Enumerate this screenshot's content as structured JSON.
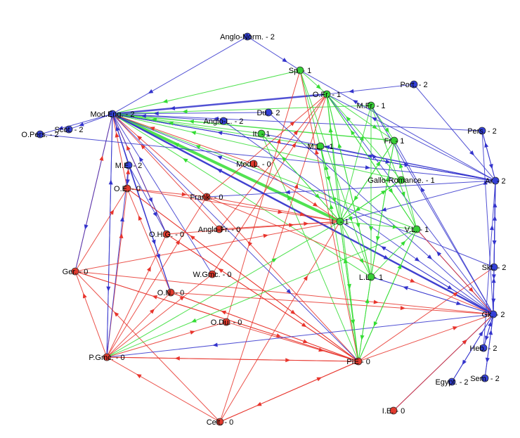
{
  "colors": {
    "red": "#e8342c",
    "green": "#2ee02e",
    "blue": "#2a2ad6",
    "node_red": "#e23b2e",
    "node_green": "#36cf36",
    "node_blue": "#3340d8",
    "edge_red": "#e8342c",
    "edge_green": "#33dd33",
    "edge_blue": "#3333cc"
  },
  "nodes": [
    {
      "id": "anglo_norm",
      "label": "Anglo-Norm. - 2",
      "group": "blue"
    },
    {
      "id": "sp",
      "label": "Sp. - 1",
      "group": "green"
    },
    {
      "id": "port",
      "label": "Port. - 2",
      "group": "blue"
    },
    {
      "id": "ofr",
      "label": "O.Fr. - 1",
      "group": "green"
    },
    {
      "id": "mfr",
      "label": "M.Fr. - 1",
      "group": "green"
    },
    {
      "id": "mod_eng",
      "label": "Mod.Eng. - 2",
      "group": "blue"
    },
    {
      "id": "du",
      "label": "Du. - 2",
      "group": "blue"
    },
    {
      "id": "anglo_l",
      "label": "Anglo-L. - 2",
      "group": "blue"
    },
    {
      "id": "pers",
      "label": "Pers. - 2",
      "group": "blue"
    },
    {
      "id": "opers",
      "label": "O.Pers. - 2",
      "group": "blue"
    },
    {
      "id": "scot",
      "label": "Scot. - 2",
      "group": "blue"
    },
    {
      "id": "it",
      "label": "It. - 1",
      "group": "green"
    },
    {
      "id": "fr",
      "label": "Fr. - 1",
      "group": "green"
    },
    {
      "id": "ml",
      "label": "M.L. - 1",
      "group": "green"
    },
    {
      "id": "ar",
      "label": "Ar. - 2",
      "group": "blue"
    },
    {
      "id": "modl",
      "label": "Mod.L. - 0",
      "group": "red"
    },
    {
      "id": "me",
      "label": "M.E. - 2",
      "group": "blue"
    },
    {
      "id": "gallo",
      "label": "Gallo-Romance. - 1",
      "group": "green"
    },
    {
      "id": "oe",
      "label": "O.E. - 0",
      "group": "red"
    },
    {
      "id": "frank",
      "label": "Frank. - 0",
      "group": "red"
    },
    {
      "id": "l",
      "label": "L. - 1",
      "group": "green"
    },
    {
      "id": "anglofr",
      "label": "Anglo-Fr. - 0",
      "group": "red"
    },
    {
      "id": "vl",
      "label": "V.L. - 1",
      "group": "green"
    },
    {
      "id": "ohg",
      "label": "O.H.G. - 0",
      "group": "red"
    },
    {
      "id": "skt",
      "label": "Skt. - 2",
      "group": "blue"
    },
    {
      "id": "ger",
      "label": "Ger. - 0",
      "group": "red"
    },
    {
      "id": "wgmc",
      "label": "W.Gmc. - 0",
      "group": "red"
    },
    {
      "id": "lll",
      "label": "L.L. - 1",
      "group": "green"
    },
    {
      "id": "on",
      "label": "O.N. - 0",
      "group": "red"
    },
    {
      "id": "gk",
      "label": "Gk. - 2",
      "group": "blue"
    },
    {
      "id": "odu",
      "label": "O.Du. - 0",
      "group": "red"
    },
    {
      "id": "heb",
      "label": "Heb. - 2",
      "group": "blue"
    },
    {
      "id": "pgmc",
      "label": "P.Gmc. - 0",
      "group": "red"
    },
    {
      "id": "pie",
      "label": "PIE - 0",
      "group": "red"
    },
    {
      "id": "egypt",
      "label": "Egypt. - 2",
      "group": "blue"
    },
    {
      "id": "sem",
      "label": "Sem. - 2",
      "group": "blue"
    },
    {
      "id": "ie",
      "label": "I.E. - 0",
      "group": "red"
    },
    {
      "id": "celt",
      "label": "Celt. - 0",
      "group": "red"
    }
  ],
  "edges": [
    {
      "from": "anglo_norm",
      "to": "mod_eng",
      "color": "blue",
      "w": 1
    },
    {
      "from": "anglo_norm",
      "to": "sp",
      "color": "blue",
      "w": 1
    },
    {
      "from": "sp",
      "to": "mod_eng",
      "color": "green",
      "w": 1
    },
    {
      "from": "sp",
      "to": "l",
      "color": "green",
      "w": 1
    },
    {
      "from": "sp",
      "to": "ofr",
      "color": "green",
      "w": 1
    },
    {
      "from": "ofr",
      "to": "mod_eng",
      "color": "blue",
      "w": 2.5
    },
    {
      "from": "port",
      "to": "ofr",
      "color": "blue",
      "w": 1
    },
    {
      "from": "mfr",
      "to": "mod_eng",
      "color": "green",
      "w": 1
    },
    {
      "from": "du",
      "to": "mod_eng",
      "color": "blue",
      "w": 1
    },
    {
      "from": "anglo_l",
      "to": "mod_eng",
      "color": "blue",
      "w": 1
    },
    {
      "from": "mod_eng",
      "to": "scot",
      "color": "blue",
      "w": 1
    },
    {
      "from": "mod_eng",
      "to": "opers",
      "color": "blue",
      "w": 1
    },
    {
      "from": "pers",
      "to": "mod_eng",
      "color": "blue",
      "w": 1
    },
    {
      "from": "it",
      "to": "mod_eng",
      "color": "green",
      "w": 1
    },
    {
      "from": "fr",
      "to": "mod_eng",
      "color": "green",
      "w": 1.5
    },
    {
      "from": "ml",
      "to": "mod_eng",
      "color": "green",
      "w": 1
    },
    {
      "from": "ar",
      "to": "mod_eng",
      "color": "blue",
      "w": 1
    },
    {
      "from": "l",
      "to": "mod_eng",
      "color": "green",
      "w": 4
    },
    {
      "from": "gk",
      "to": "mod_eng",
      "color": "blue",
      "w": 2.5
    },
    {
      "from": "me",
      "to": "mod_eng",
      "color": "blue",
      "w": 1
    },
    {
      "from": "vl",
      "to": "mod_eng",
      "color": "green",
      "w": 1
    },
    {
      "from": "gallo",
      "to": "mod_eng",
      "color": "green",
      "w": 1
    },
    {
      "from": "lll",
      "to": "mod_eng",
      "color": "green",
      "w": 1
    },
    {
      "from": "skt",
      "to": "mod_eng",
      "color": "blue",
      "w": 1
    },
    {
      "from": "oe",
      "to": "mod_eng",
      "color": "red",
      "w": 1
    },
    {
      "from": "modl",
      "to": "mod_eng",
      "color": "red",
      "w": 1
    },
    {
      "from": "frank",
      "to": "mod_eng",
      "color": "red",
      "w": 1
    },
    {
      "from": "anglofr",
      "to": "mod_eng",
      "color": "red",
      "w": 1
    },
    {
      "from": "ohg",
      "to": "mod_eng",
      "color": "red",
      "w": 1
    },
    {
      "from": "ger",
      "to": "mod_eng",
      "color": "red",
      "w": 1
    },
    {
      "from": "pgmc",
      "to": "mod_eng",
      "color": "blue",
      "w": 1
    },
    {
      "from": "on",
      "to": "mod_eng",
      "color": "blue",
      "w": 1
    },
    {
      "from": "wgmc",
      "to": "mod_eng",
      "color": "blue",
      "w": 1
    },
    {
      "from": "l",
      "to": "ofr",
      "color": "green",
      "w": 1
    },
    {
      "from": "l",
      "to": "fr",
      "color": "green",
      "w": 1
    },
    {
      "from": "l",
      "to": "it",
      "color": "green",
      "w": 1
    },
    {
      "from": "l",
      "to": "ml",
      "color": "green",
      "w": 1
    },
    {
      "from": "l",
      "to": "mfr",
      "color": "green",
      "w": 1
    },
    {
      "from": "vl",
      "to": "ofr",
      "color": "green",
      "w": 1
    },
    {
      "from": "vl",
      "to": "fr",
      "color": "green",
      "w": 1
    },
    {
      "from": "lll",
      "to": "ofr",
      "color": "green",
      "w": 1
    },
    {
      "from": "lll",
      "to": "fr",
      "color": "green",
      "w": 1
    },
    {
      "from": "gallo",
      "to": "ofr",
      "color": "green",
      "w": 1
    },
    {
      "from": "ofr",
      "to": "fr",
      "color": "green",
      "w": 1
    },
    {
      "from": "mfr",
      "to": "fr",
      "color": "green",
      "w": 1
    },
    {
      "from": "l",
      "to": "lll",
      "color": "green",
      "w": 1
    },
    {
      "from": "l",
      "to": "vl",
      "color": "green",
      "w": 1
    },
    {
      "from": "pie",
      "to": "l",
      "color": "green",
      "w": 1
    },
    {
      "from": "pie",
      "to": "gk",
      "color": "red",
      "w": 1
    },
    {
      "from": "pie",
      "to": "skt",
      "color": "red",
      "w": 1
    },
    {
      "from": "pie",
      "to": "pgmc",
      "color": "red",
      "w": 1
    },
    {
      "from": "pie",
      "to": "celt",
      "color": "red",
      "w": 1
    },
    {
      "from": "pie",
      "to": "ger",
      "color": "red",
      "w": 1
    },
    {
      "from": "pie",
      "to": "oe",
      "color": "red",
      "w": 1
    },
    {
      "from": "pie",
      "to": "ohg",
      "color": "red",
      "w": 1
    },
    {
      "from": "pie",
      "to": "on",
      "color": "red",
      "w": 1
    },
    {
      "from": "pie",
      "to": "frank",
      "color": "red",
      "w": 1
    },
    {
      "from": "pie",
      "to": "lll",
      "color": "green",
      "w": 1
    },
    {
      "from": "pie",
      "to": "vl",
      "color": "green",
      "w": 1
    },
    {
      "from": "pie",
      "to": "ml",
      "color": "green",
      "w": 1
    },
    {
      "from": "pie",
      "to": "it",
      "color": "green",
      "w": 1
    },
    {
      "from": "pie",
      "to": "sp",
      "color": "red",
      "w": 1
    },
    {
      "from": "ie",
      "to": "gk",
      "color": "blue",
      "w": 1
    },
    {
      "from": "celt",
      "to": "pie",
      "color": "red",
      "w": 1
    },
    {
      "from": "celt",
      "to": "l",
      "color": "red",
      "w": 1
    },
    {
      "from": "celt",
      "to": "pgmc",
      "color": "red",
      "w": 1
    },
    {
      "from": "celt",
      "to": "ger",
      "color": "red",
      "w": 1
    },
    {
      "from": "celt",
      "to": "ofr",
      "color": "red",
      "w": 1
    },
    {
      "from": "pgmc",
      "to": "oe",
      "color": "red",
      "w": 1
    },
    {
      "from": "pgmc",
      "to": "ohg",
      "color": "red",
      "w": 1
    },
    {
      "from": "pgmc",
      "to": "on",
      "color": "red",
      "w": 1
    },
    {
      "from": "pgmc",
      "to": "frank",
      "color": "red",
      "w": 1
    },
    {
      "from": "pgmc",
      "to": "ger",
      "color": "red",
      "w": 1
    },
    {
      "from": "pgmc",
      "to": "pie",
      "color": "red",
      "w": 1
    },
    {
      "from": "pgmc",
      "to": "wgmc",
      "color": "red",
      "w": 1
    },
    {
      "from": "pgmc",
      "to": "odu",
      "color": "red",
      "w": 1
    },
    {
      "from": "pgmc",
      "to": "l",
      "color": "green",
      "w": 1
    },
    {
      "from": "pgmc",
      "to": "me",
      "color": "blue",
      "w": 1
    },
    {
      "from": "ger",
      "to": "gk",
      "color": "red",
      "w": 1
    },
    {
      "from": "ger",
      "to": "pie",
      "color": "red",
      "w": 1
    },
    {
      "from": "ger",
      "to": "l",
      "color": "red",
      "w": 1
    },
    {
      "from": "ger",
      "to": "oe",
      "color": "red",
      "w": 1
    },
    {
      "from": "on",
      "to": "pie",
      "color": "red",
      "w": 1
    },
    {
      "from": "on",
      "to": "gk",
      "color": "red",
      "w": 1
    },
    {
      "from": "on",
      "to": "oe",
      "color": "red",
      "w": 1
    },
    {
      "from": "odu",
      "to": "pie",
      "color": "red",
      "w": 1
    },
    {
      "from": "odu",
      "to": "sp",
      "color": "red",
      "w": 1
    },
    {
      "from": "oe",
      "to": "pie",
      "color": "red",
      "w": 1
    },
    {
      "from": "oe",
      "to": "l",
      "color": "red",
      "w": 1
    },
    {
      "from": "oe",
      "to": "frank",
      "color": "red",
      "w": 1
    },
    {
      "from": "oe",
      "to": "me",
      "color": "red",
      "w": 1
    },
    {
      "from": "ohg",
      "to": "pie",
      "color": "red",
      "w": 1
    },
    {
      "from": "ohg",
      "to": "l",
      "color": "red",
      "w": 1
    },
    {
      "from": "frank",
      "to": "ofr",
      "color": "red",
      "w": 1
    },
    {
      "from": "frank",
      "to": "l",
      "color": "red",
      "w": 1
    },
    {
      "from": "frank",
      "to": "gk",
      "color": "red",
      "w": 1
    },
    {
      "from": "anglofr",
      "to": "l",
      "color": "red",
      "w": 1
    },
    {
      "from": "anglofr",
      "to": "ofr",
      "color": "red",
      "w": 1
    },
    {
      "from": "wgmc",
      "to": "ofr",
      "color": "red",
      "w": 1
    },
    {
      "from": "modl",
      "to": "l",
      "color": "red",
      "w": 1
    },
    {
      "from": "me",
      "to": "oe",
      "color": "blue",
      "w": 1
    },
    {
      "from": "me",
      "to": "on",
      "color": "blue",
      "w": 1
    },
    {
      "from": "me",
      "to": "ohg",
      "color": "blue",
      "w": 1
    },
    {
      "from": "gk",
      "to": "l",
      "color": "blue",
      "w": 1
    },
    {
      "from": "gk",
      "to": "ofr",
      "color": "blue",
      "w": 1
    },
    {
      "from": "gk",
      "to": "ar",
      "color": "blue",
      "w": 1
    },
    {
      "from": "gk",
      "to": "pers",
      "color": "blue",
      "w": 1
    },
    {
      "from": "gk",
      "to": "skt",
      "color": "blue",
      "w": 1
    },
    {
      "from": "gk",
      "to": "heb",
      "color": "blue",
      "w": 1
    },
    {
      "from": "gk",
      "to": "egypt",
      "color": "blue",
      "w": 1
    },
    {
      "from": "gk",
      "to": "sem",
      "color": "blue",
      "w": 1
    },
    {
      "from": "gk",
      "to": "fr",
      "color": "blue",
      "w": 1
    },
    {
      "from": "gk",
      "to": "mfr",
      "color": "blue",
      "w": 1
    },
    {
      "from": "gk",
      "to": "vl",
      "color": "blue",
      "w": 1
    },
    {
      "from": "gk",
      "to": "lll",
      "color": "blue",
      "w": 1
    },
    {
      "from": "gk",
      "to": "pgmc",
      "color": "blue",
      "w": 1
    },
    {
      "from": "ar",
      "to": "ofr",
      "color": "blue",
      "w": 1
    },
    {
      "from": "ar",
      "to": "l",
      "color": "blue",
      "w": 1
    },
    {
      "from": "ar",
      "to": "ml",
      "color": "blue",
      "w": 1
    },
    {
      "from": "ar",
      "to": "it",
      "color": "blue",
      "w": 1
    },
    {
      "from": "ar",
      "to": "sp",
      "color": "blue",
      "w": 1
    },
    {
      "from": "ar",
      "to": "frank",
      "color": "blue",
      "w": 1
    },
    {
      "from": "ar",
      "to": "pers",
      "color": "blue",
      "w": 1
    },
    {
      "from": "ar",
      "to": "skt",
      "color": "blue",
      "w": 1
    },
    {
      "from": "ar",
      "to": "gk",
      "color": "blue",
      "w": 1
    },
    {
      "from": "pers",
      "to": "ar",
      "color": "blue",
      "w": 1
    },
    {
      "from": "skt",
      "to": "gk",
      "color": "blue",
      "w": 1
    },
    {
      "from": "skt",
      "to": "ar",
      "color": "blue",
      "w": 1
    },
    {
      "from": "heb",
      "to": "gk",
      "color": "blue",
      "w": 1
    },
    {
      "from": "heb",
      "to": "ar",
      "color": "blue",
      "w": 1
    },
    {
      "from": "sem",
      "to": "gk",
      "color": "blue",
      "w": 1
    },
    {
      "from": "egypt",
      "to": "gk",
      "color": "blue",
      "w": 1
    },
    {
      "from": "port",
      "to": "ar",
      "color": "blue",
      "w": 1
    },
    {
      "from": "mod_eng",
      "to": "gk",
      "color": "blue",
      "w": 1
    },
    {
      "from": "mod_eng",
      "to": "ar",
      "color": "blue",
      "w": 1
    },
    {
      "from": "mod_eng",
      "to": "pie",
      "color": "blue",
      "w": 1
    },
    {
      "from": "mod_eng",
      "to": "ger",
      "color": "blue",
      "w": 1
    },
    {
      "from": "mod_eng",
      "to": "pgmc",
      "color": "blue",
      "w": 1
    },
    {
      "from": "mod_eng",
      "to": "ohg",
      "color": "blue",
      "w": 1
    },
    {
      "from": "mod_eng",
      "to": "on",
      "color": "blue",
      "w": 1
    },
    {
      "from": "mod_eng",
      "to": "ar",
      "color": "blue",
      "w": 1
    },
    {
      "from": "du",
      "to": "gk",
      "color": "blue",
      "w": 1
    },
    {
      "from": "anglo_l",
      "to": "gk",
      "color": "blue",
      "w": 1
    },
    {
      "from": "opers",
      "to": "ar",
      "color": "blue",
      "w": 1
    },
    {
      "from": "l",
      "to": "gk",
      "color": "blue",
      "w": 1
    },
    {
      "from": "lll",
      "to": "gk",
      "color": "blue",
      "w": 1
    },
    {
      "from": "lll",
      "to": "pie",
      "color": "green",
      "w": 1
    },
    {
      "from": "l",
      "to": "pie",
      "color": "green",
      "w": 1
    },
    {
      "from": "ml",
      "to": "l",
      "color": "green",
      "w": 1
    },
    {
      "from": "fr",
      "to": "l",
      "color": "green",
      "w": 1
    },
    {
      "from": "fr",
      "to": "lll",
      "color": "green",
      "w": 1
    },
    {
      "from": "ofr",
      "to": "lll",
      "color": "green",
      "w": 1
    },
    {
      "from": "ofr",
      "to": "pie",
      "color": "green",
      "w": 1
    },
    {
      "from": "ofr",
      "to": "vl",
      "color": "green",
      "w": 1
    },
    {
      "from": "mfr",
      "to": "lll",
      "color": "green",
      "w": 1
    },
    {
      "from": "mfr",
      "to": "vl",
      "color": "green",
      "w": 1
    },
    {
      "from": "it",
      "to": "l",
      "color": "green",
      "w": 1
    },
    {
      "from": "sp",
      "to": "lll",
      "color": "green",
      "w": 1
    },
    {
      "from": "gallo",
      "to": "l",
      "color": "green",
      "w": 1
    },
    {
      "from": "vl",
      "to": "pgmc",
      "color": "green",
      "w": 1
    },
    {
      "from": "vl",
      "to": "pie",
      "color": "green",
      "w": 1
    },
    {
      "from": "lll",
      "to": "vl",
      "color": "green",
      "w": 1
    },
    {
      "from": "l",
      "to": "gallo",
      "color": "green",
      "w": 1
    },
    {
      "from": "vl",
      "to": "gk",
      "color": "red",
      "w": 1
    },
    {
      "from": "ie",
      "to": "gk",
      "color": "red",
      "w": 1
    }
  ]
}
